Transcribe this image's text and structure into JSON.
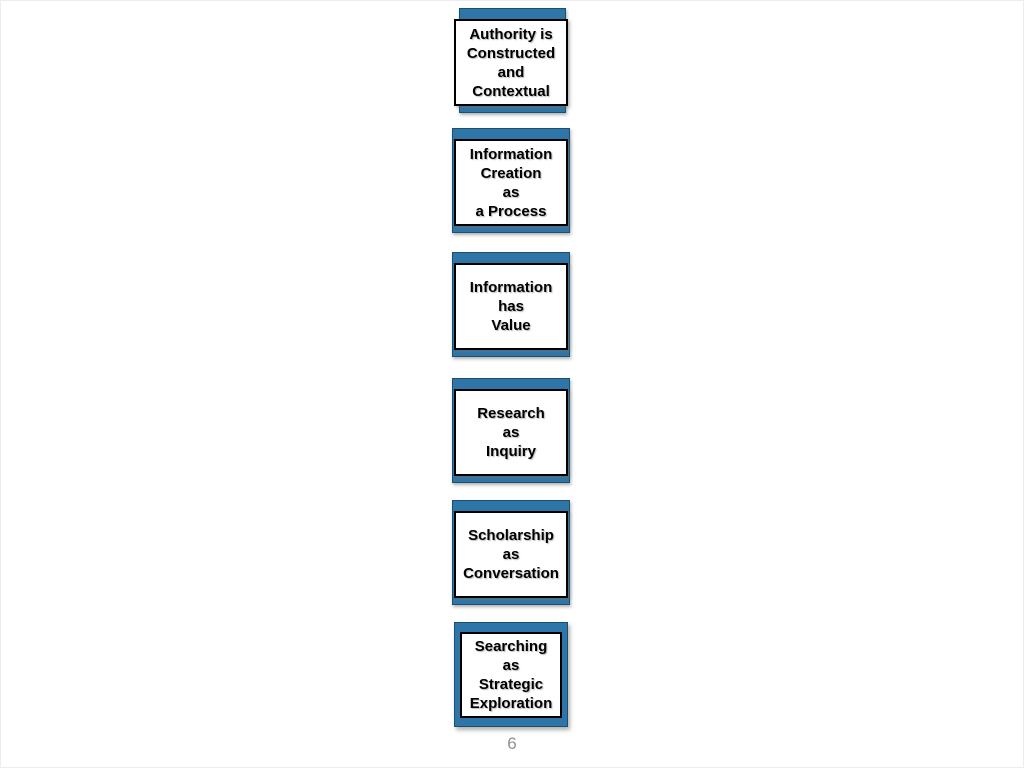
{
  "slide": {
    "page_number": "6",
    "frames": [
      {
        "lines": [
          "Authority is",
          "Constructed",
          "and",
          "Contextual"
        ]
      },
      {
        "lines": [
          "Information",
          "Creation",
          "as",
          "a Process"
        ]
      },
      {
        "lines": [
          "Information",
          "has",
          "Value"
        ]
      },
      {
        "lines": [
          "Research",
          "as",
          "Inquiry"
        ]
      },
      {
        "lines": [
          "Scholarship",
          "as",
          "Conversation"
        ]
      },
      {
        "lines": [
          "Searching",
          "as",
          "Strategic",
          "Exploration"
        ]
      }
    ]
  },
  "colors": {
    "accent_blue": "#2e76a8",
    "accent_blue_border": "#1d4e6e",
    "box_border": "#000000",
    "box_background": "#ffffff",
    "page_number_gray": "#8f8f8f"
  }
}
